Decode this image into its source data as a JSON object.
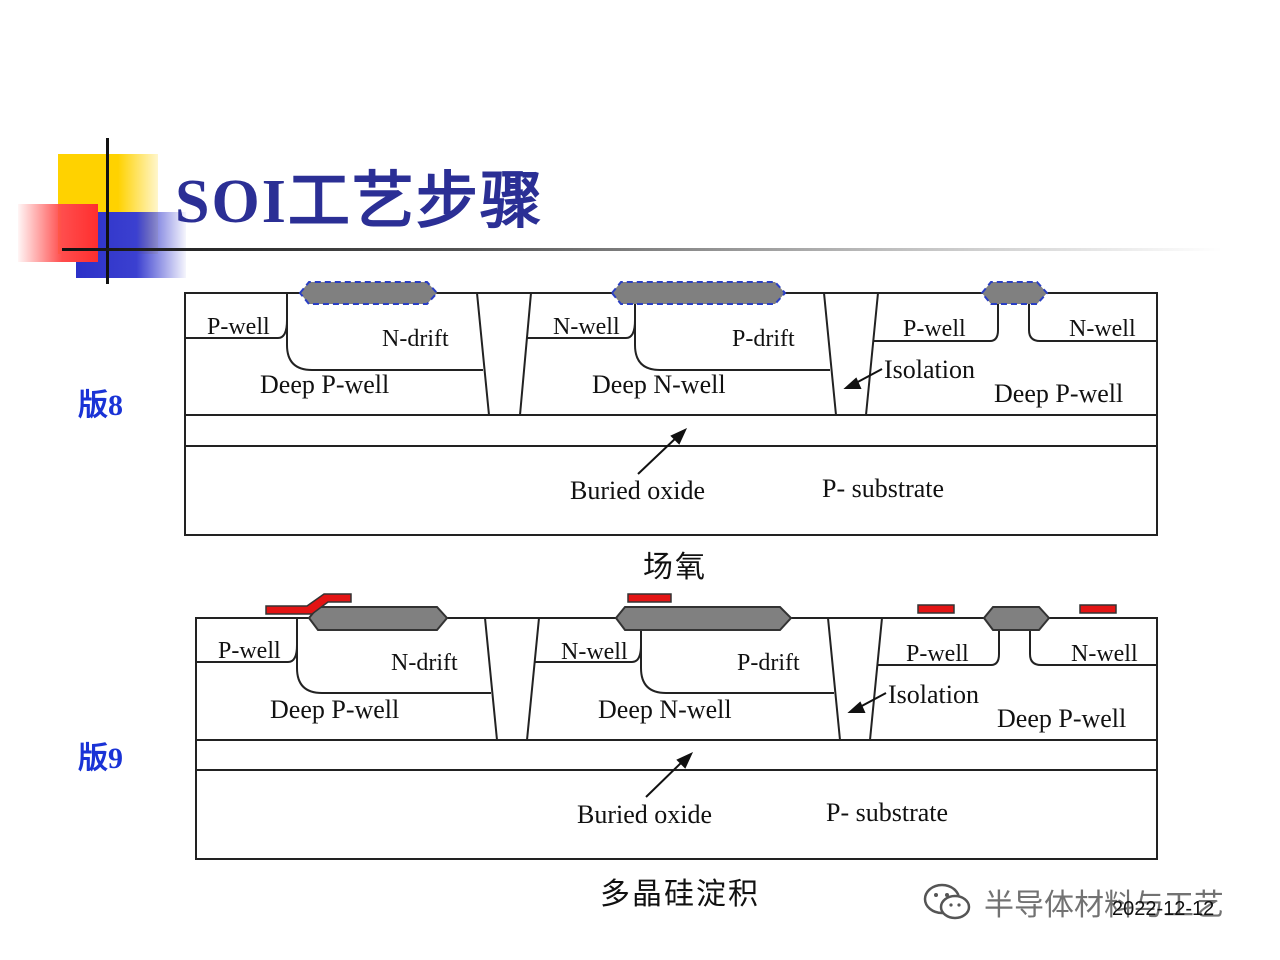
{
  "slide": {
    "title": "SOI工艺步骤",
    "date": "2022-12-12",
    "watermark": "半导体材料与工艺"
  },
  "panels": [
    {
      "plate": "版8",
      "caption": "场氧",
      "labels": {
        "left_well": "P-well",
        "left_drift": "N-drift",
        "left_deep": "Deep P-well",
        "mid_well": "N-well",
        "mid_drift": "P-drift",
        "mid_deep": "Deep N-well",
        "isolation": "Isolation",
        "right_well_left": "P-well",
        "right_well_right": "N-well",
        "right_deep": "Deep P-well",
        "buried_oxide": "Buried oxide",
        "substrate": "P- substrate"
      }
    },
    {
      "plate": "版9",
      "caption": "多晶硅淀积",
      "labels": {
        "left_well": "P-well",
        "left_drift": "N-drift",
        "left_deep": "Deep P-well",
        "mid_well": "N-well",
        "mid_drift": "P-drift",
        "mid_deep": "Deep N-well",
        "isolation": "Isolation",
        "right_well_left": "P-well",
        "right_well_right": "N-well",
        "right_deep": "Deep P-well",
        "buried_oxide": "Buried oxide",
        "substrate": "P- substrate"
      }
    }
  ],
  "colors": {
    "title": "#2b2f95",
    "plate_label": "#1a33d6",
    "field_oxide": "#808080",
    "field_oxide_outline_mask": "#2a3fc4",
    "polysilicon": "#e31414"
  }
}
